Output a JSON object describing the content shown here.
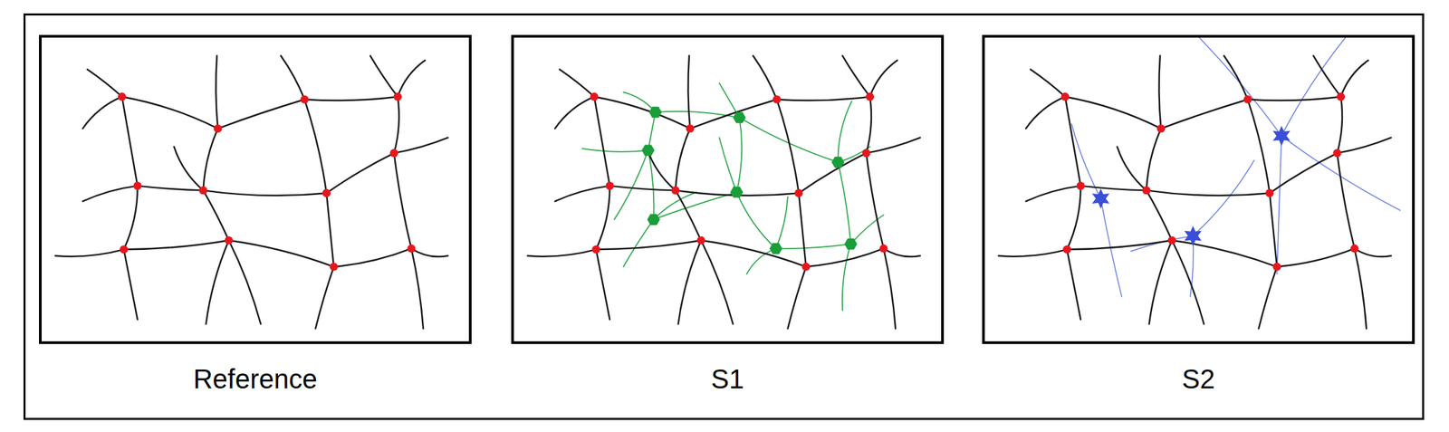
{
  "diagram": {
    "nodes": [
      {
        "text": [
          "Reference"
        ]
      },
      {
        "text": [
          "S1"
        ]
      },
      {
        "text": [
          "S2"
        ]
      }
    ]
  }
}
